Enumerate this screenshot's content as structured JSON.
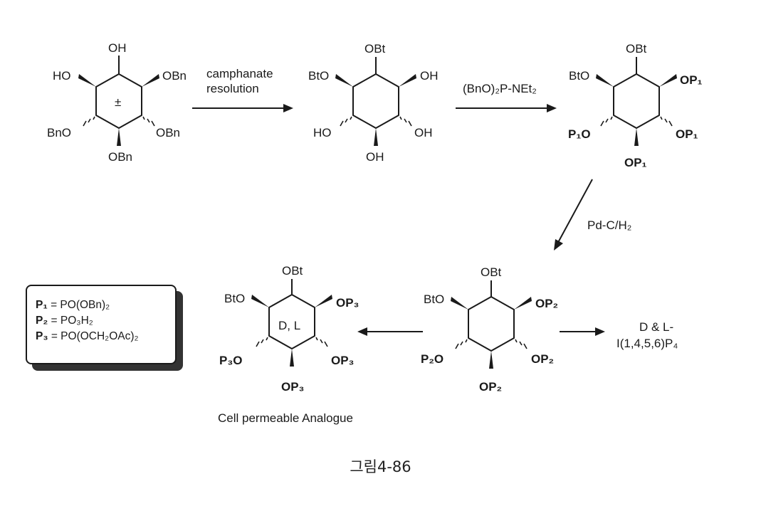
{
  "reagents": {
    "step1_line1": "camphanate",
    "step1_line2": "resolution",
    "step2": "(BnO)₂P-NEt₂",
    "step3": "Pd-C/H₂"
  },
  "mol1": {
    "top": "OH",
    "left_up": "HO",
    "right_up": "OBn",
    "left_down": "BnO",
    "right_down": "OBn",
    "bottom": "OBn",
    "center": "±"
  },
  "mol2": {
    "top": "OBt",
    "left_up": "BtO",
    "right_up": "OH",
    "left_down": "HO",
    "right_down": "OH",
    "bottom": "OH"
  },
  "mol3": {
    "top": "OBt",
    "left_up": "BtO",
    "right_up": "OP₁",
    "left_down": "P₁O",
    "right_down": "OP₁",
    "bottom": "OP₁"
  },
  "mol4": {
    "top": "OBt",
    "left_up": "BtO",
    "right_up": "OP₂",
    "left_down": "P₂O",
    "right_down": "OP₂",
    "bottom": "OP₂"
  },
  "mol5": {
    "top": "OBt",
    "left_up": "BtO",
    "right_up": "OP₃",
    "left_down": "P₃O",
    "right_down": "OP₃",
    "bottom": "OP₃",
    "center": "D, L"
  },
  "product_label_line1": "D & L-",
  "product_label_line2": "I(1,4,5,6)P₄",
  "analogue_label": "Cell permeable Analogue",
  "legend": {
    "p1": {
      "key": "P₁",
      "value": "= PO(OBn)₂"
    },
    "p2": {
      "key": "P₂",
      "value": "= PO₃H₂"
    },
    "p3": {
      "key": "P₃",
      "value": "= PO(OCH₂OAc)₂"
    }
  },
  "caption": "그림4-86"
}
